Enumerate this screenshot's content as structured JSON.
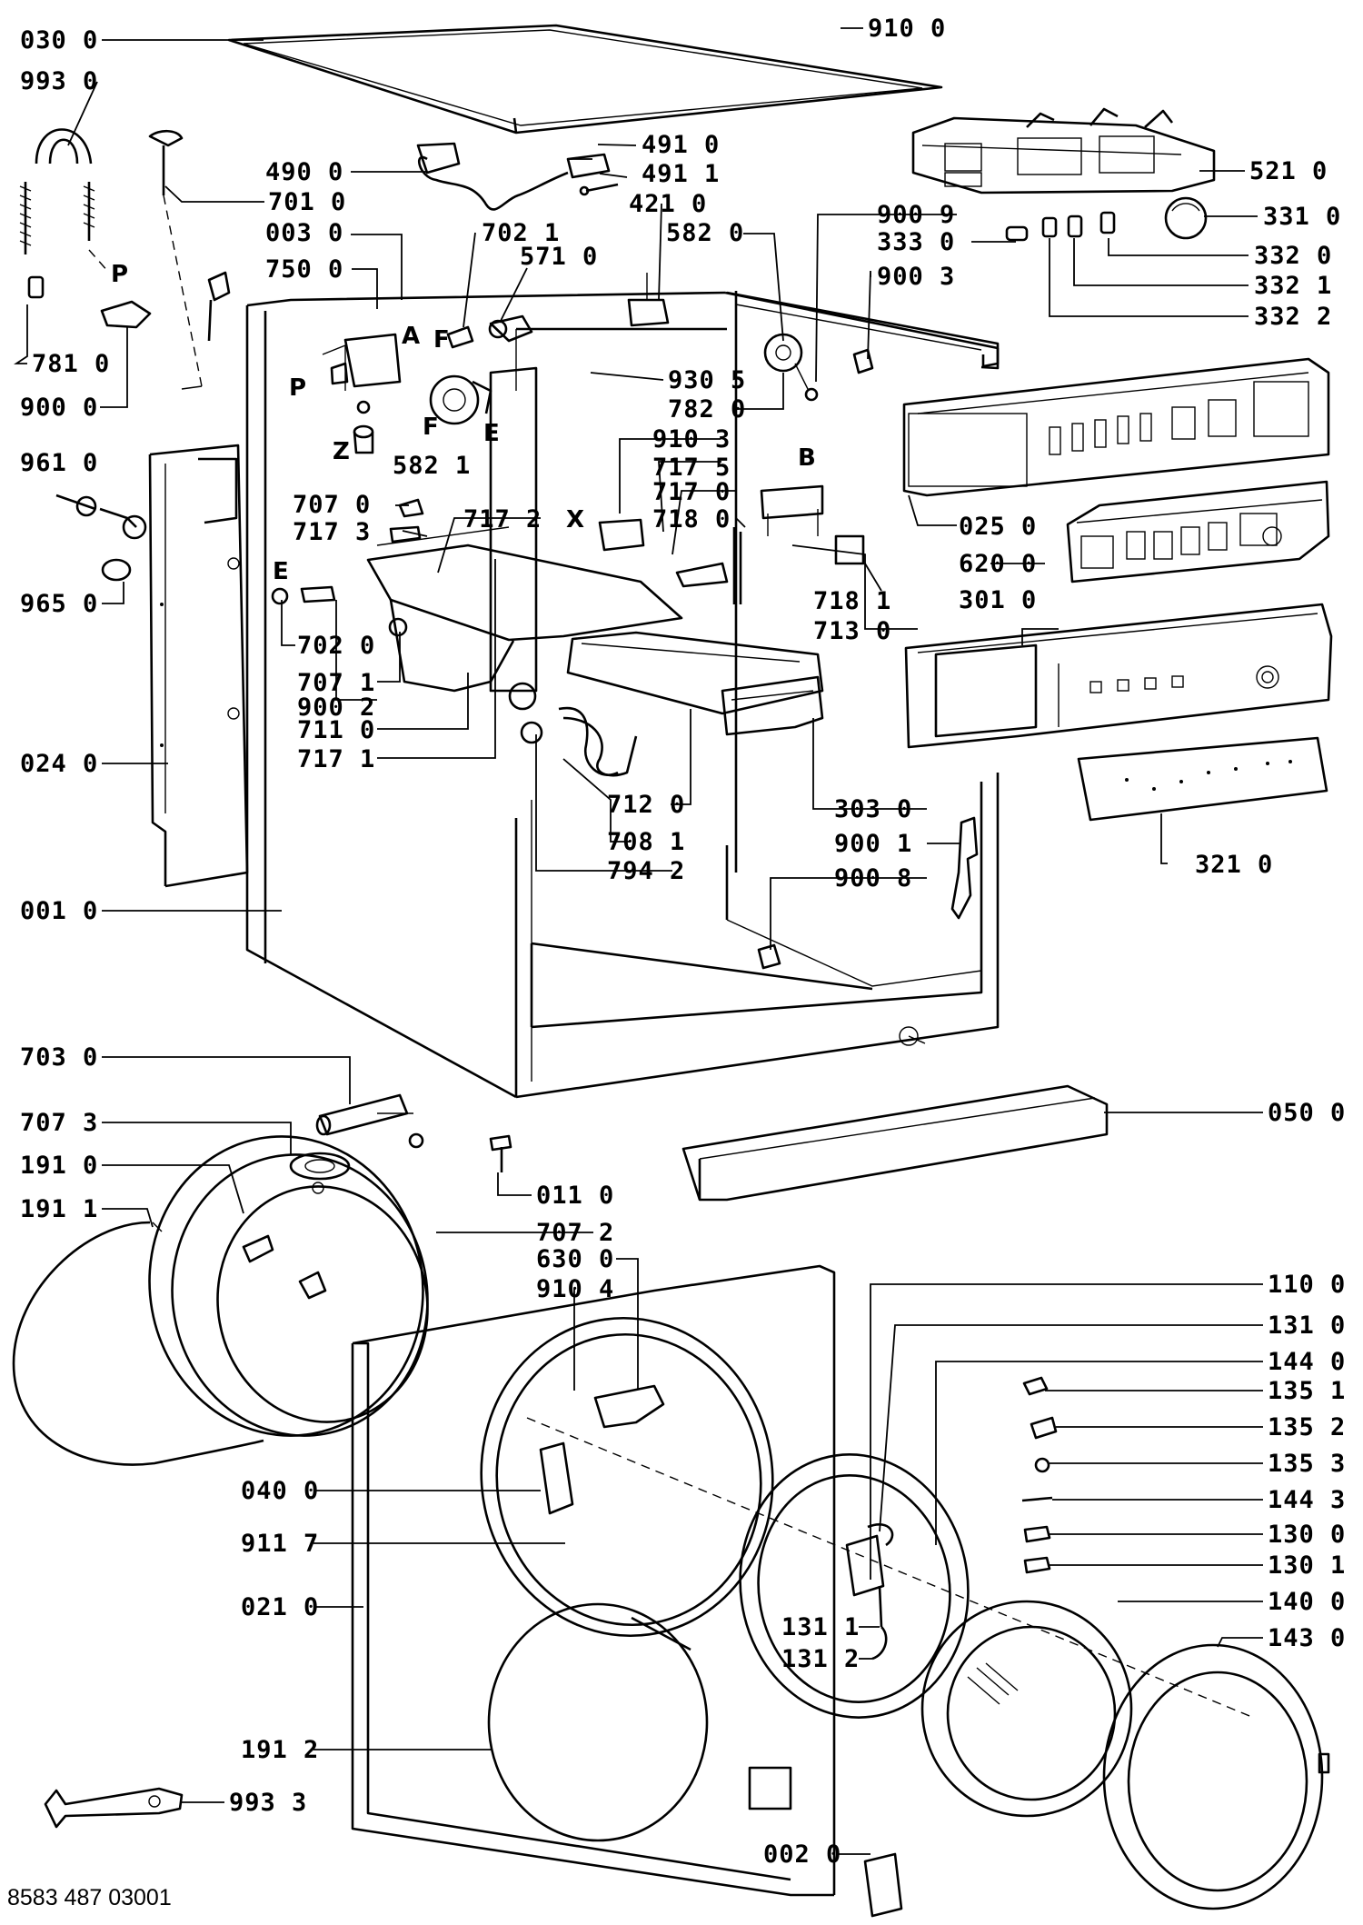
{
  "document_number": "8583 487 03001",
  "callouts": [
    {
      "id": "030-0",
      "label": "030 0"
    },
    {
      "id": "993-0",
      "label": "993 0"
    },
    {
      "id": "910-0",
      "label": "910 0"
    },
    {
      "id": "491-0",
      "label": "491 0"
    },
    {
      "id": "490-0",
      "label": "490 0"
    },
    {
      "id": "491-1",
      "label": "491 1"
    },
    {
      "id": "701-0",
      "label": "701 0"
    },
    {
      "id": "421-0",
      "label": "421 0"
    },
    {
      "id": "521-0",
      "label": "521 0"
    },
    {
      "id": "003-0",
      "label": "003 0"
    },
    {
      "id": "702-1",
      "label": "702 1"
    },
    {
      "id": "582-0",
      "label": "582 0"
    },
    {
      "id": "900-9",
      "label": "900 9"
    },
    {
      "id": "331-0",
      "label": "331 0"
    },
    {
      "id": "750-0",
      "label": "750 0"
    },
    {
      "id": "571-0",
      "label": "571 0"
    },
    {
      "id": "333-0",
      "label": "333 0"
    },
    {
      "id": "332-0",
      "label": "332 0"
    },
    {
      "id": "900-3",
      "label": "900 3"
    },
    {
      "id": "332-1",
      "label": "332 1"
    },
    {
      "id": "332-2",
      "label": "332 2"
    },
    {
      "id": "781-0",
      "label": "781 0"
    },
    {
      "id": "900-0",
      "label": "900 0"
    },
    {
      "id": "930-5",
      "label": "930 5"
    },
    {
      "id": "782-0",
      "label": "782 0"
    },
    {
      "id": "582-1",
      "label": "582 1"
    },
    {
      "id": "910-3",
      "label": "910 3"
    },
    {
      "id": "961-0",
      "label": "961 0"
    },
    {
      "id": "717-5",
      "label": "717 5"
    },
    {
      "id": "707-0",
      "label": "707 0"
    },
    {
      "id": "717-0",
      "label": "717 0"
    },
    {
      "id": "717-2",
      "label": "717 2"
    },
    {
      "id": "717-3",
      "label": "717 3"
    },
    {
      "id": "718-0",
      "label": "718 0"
    },
    {
      "id": "025-0",
      "label": "025 0"
    },
    {
      "id": "620-0",
      "label": "620 0"
    },
    {
      "id": "965-0",
      "label": "965 0"
    },
    {
      "id": "718-1",
      "label": "718 1"
    },
    {
      "id": "301-0",
      "label": "301 0"
    },
    {
      "id": "713-0",
      "label": "713 0"
    },
    {
      "id": "702-0",
      "label": "702 0"
    },
    {
      "id": "707-1",
      "label": "707 1"
    },
    {
      "id": "900-2",
      "label": "900 2"
    },
    {
      "id": "711-0",
      "label": "711 0"
    },
    {
      "id": "024-0",
      "label": "024 0"
    },
    {
      "id": "717-1",
      "label": "717 1"
    },
    {
      "id": "712-0",
      "label": "712 0"
    },
    {
      "id": "303-0",
      "label": "303 0"
    },
    {
      "id": "708-1",
      "label": "708 1"
    },
    {
      "id": "900-1",
      "label": "900 1"
    },
    {
      "id": "321-0",
      "label": "321 0"
    },
    {
      "id": "794-2",
      "label": "794 2"
    },
    {
      "id": "900-8",
      "label": "900 8"
    },
    {
      "id": "001-0",
      "label": "001 0"
    },
    {
      "id": "703-0",
      "label": "703 0"
    },
    {
      "id": "050-0",
      "label": "050 0"
    },
    {
      "id": "707-3",
      "label": "707 3"
    },
    {
      "id": "191-0",
      "label": "191 0"
    },
    {
      "id": "011-0",
      "label": "011 0"
    },
    {
      "id": "191-1",
      "label": "191 1"
    },
    {
      "id": "707-2",
      "label": "707 2"
    },
    {
      "id": "630-0",
      "label": "630 0"
    },
    {
      "id": "910-4",
      "label": "910 4"
    },
    {
      "id": "110-0",
      "label": "110 0"
    },
    {
      "id": "131-0",
      "label": "131 0"
    },
    {
      "id": "144-0",
      "label": "144 0"
    },
    {
      "id": "135-1",
      "label": "135 1"
    },
    {
      "id": "135-2",
      "label": "135 2"
    },
    {
      "id": "135-3",
      "label": "135 3"
    },
    {
      "id": "040-0",
      "label": "040 0"
    },
    {
      "id": "144-3",
      "label": "144 3"
    },
    {
      "id": "130-0",
      "label": "130 0"
    },
    {
      "id": "911-7",
      "label": "911 7"
    },
    {
      "id": "130-1",
      "label": "130 1"
    },
    {
      "id": "021-0",
      "label": "021 0"
    },
    {
      "id": "140-0",
      "label": "140 0"
    },
    {
      "id": "131-1",
      "label": "131 1"
    },
    {
      "id": "143-0",
      "label": "143 0"
    },
    {
      "id": "131-2",
      "label": "131 2"
    },
    {
      "id": "191-2",
      "label": "191 2"
    },
    {
      "id": "993-3",
      "label": "993 3"
    },
    {
      "id": "002-0",
      "label": "002 0"
    }
  ],
  "letters": [
    {
      "id": "A",
      "text": "A"
    },
    {
      "id": "F-top",
      "text": "F"
    },
    {
      "id": "P-left",
      "text": "P"
    },
    {
      "id": "P-hose",
      "text": "P"
    },
    {
      "id": "F",
      "text": "F"
    },
    {
      "id": "E",
      "text": "E"
    },
    {
      "id": "Z",
      "text": "Z"
    },
    {
      "id": "B",
      "text": "B"
    },
    {
      "id": "X",
      "text": "X"
    },
    {
      "id": "E-left",
      "text": "E"
    }
  ]
}
